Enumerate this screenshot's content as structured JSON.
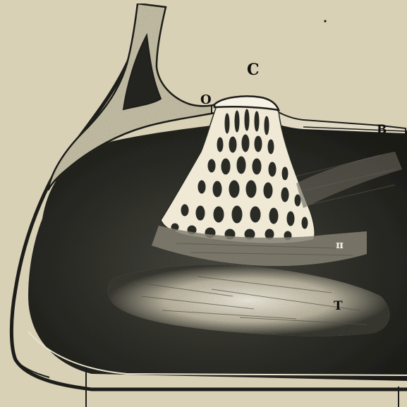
{
  "figure": {
    "labels": {
      "c": "C",
      "o": "O",
      "b": "B",
      "pi": "π",
      "t": "T"
    }
  }
}
